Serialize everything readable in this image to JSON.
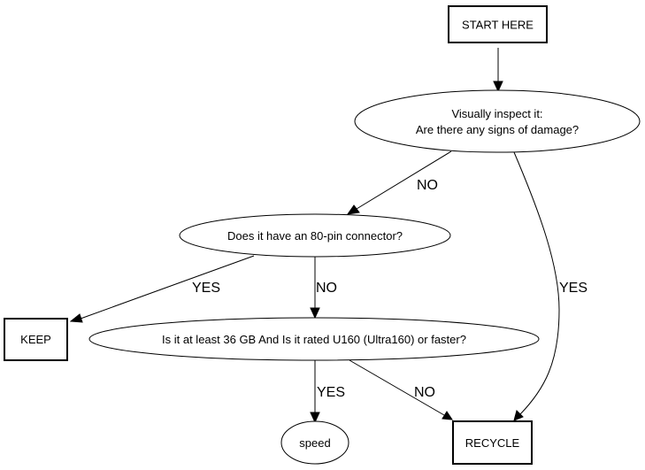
{
  "flowchart": {
    "nodes": {
      "start": {
        "label": "START HERE"
      },
      "inspect": {
        "line1": "Visually inspect it:",
        "line2": "Are there any signs of damage?"
      },
      "connector": {
        "label": "Does it have an 80-pin connector?"
      },
      "capacity": {
        "label": "Is it at least 36 GB And Is it rated U160 (Ultra160) or faster?"
      },
      "keep": {
        "label": "KEEP"
      },
      "speed": {
        "label": "speed"
      },
      "recycle": {
        "label": "RECYCLE"
      }
    },
    "edges": {
      "inspect_to_connector": "NO",
      "inspect_to_recycle": "YES",
      "connector_to_keep": "YES",
      "connector_to_capacity": "NO",
      "capacity_to_speed": "YES",
      "capacity_to_recycle": "NO"
    }
  }
}
